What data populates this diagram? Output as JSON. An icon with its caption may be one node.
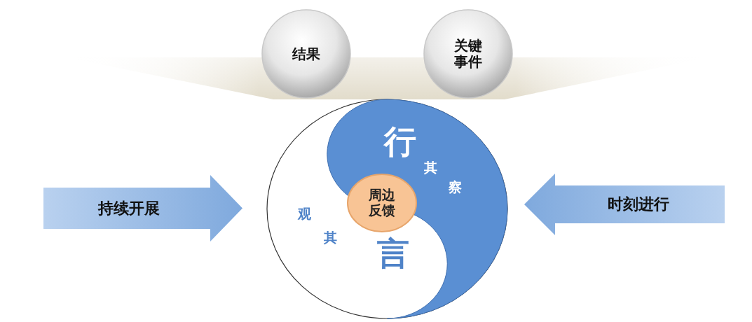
{
  "diagram": {
    "nodes": [
      {
        "text": [
          "结果"
        ]
      },
      {
        "text": [
          "关键事件"
        ]
      },
      {
        "text": [
          "行",
          "其",
          "察",
          "观",
          "其",
          "言"
        ]
      },
      {
        "text": [
          "周边反馈"
        ],
        "in": 2
      },
      {
        "text": [
          "持续开展"
        ]
      },
      {
        "text": [
          "时刻进行"
        ]
      }
    ]
  }
}
